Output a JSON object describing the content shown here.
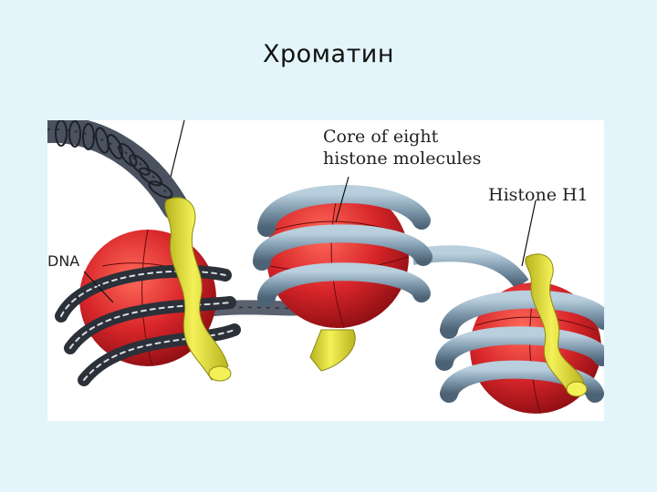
{
  "slide": {
    "title": "Хроматин"
  },
  "figure": {
    "labels": {
      "core": [
        "Core of eight",
        "histone molecules"
      ],
      "h1": "Histone H1",
      "dna": "DNA"
    }
  },
  "colors": {
    "background": "#e3f4fa",
    "histone_core": "#d8262a",
    "dna_strand": "#7d97ab",
    "h1_protein": "#e6e23a",
    "linker_dna": "#555c66"
  }
}
